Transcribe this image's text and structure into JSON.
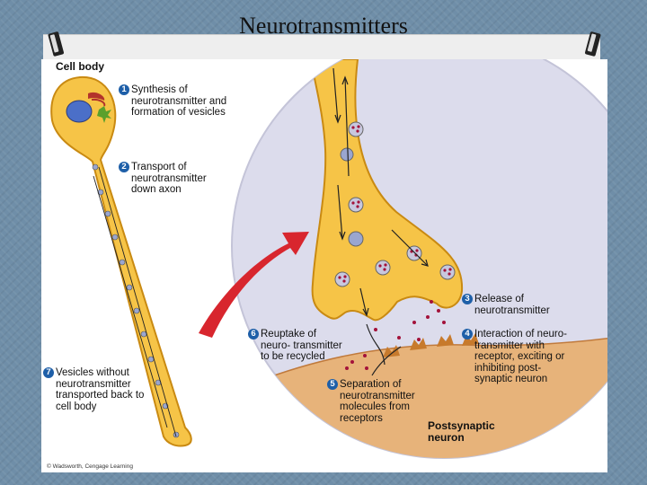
{
  "slide": {
    "title": "Neurotransmitters"
  },
  "diagram": {
    "cell_body_label": "Cell body",
    "postsynaptic_label": "Postsynaptic neuron",
    "copyright": "© Wadsworth, Cengage Learning",
    "steps": [
      {
        "num": "1",
        "text": "Synthesis of neurotransmitter and formation of vesicles"
      },
      {
        "num": "2",
        "text": "Transport of neurotransmitter down axon"
      },
      {
        "num": "3",
        "text": "Release of neurotransmitter"
      },
      {
        "num": "4",
        "text": "Interaction of neuro- transmitter with receptor, exciting or inhibiting post- synaptic neuron"
      },
      {
        "num": "5",
        "text": "Separation of neurotransmitter molecules from receptors"
      },
      {
        "num": "6",
        "text": "Reuptake of neuro- transmitter to be recycled"
      },
      {
        "num": "7",
        "text": "Vesicles without neurotransmitter transported back to cell body"
      }
    ]
  },
  "colors": {
    "neuron_fill": "#f6c447",
    "neuron_stroke": "#c98a12",
    "circle_bg": "#dcdcec",
    "postsynaptic_fill": "#e7b37a",
    "arrow_red": "#d8262e",
    "step_badge": "#1e5fa8",
    "vesicle": "#9aa6cf",
    "neurotransmitter": "#a3123a"
  }
}
